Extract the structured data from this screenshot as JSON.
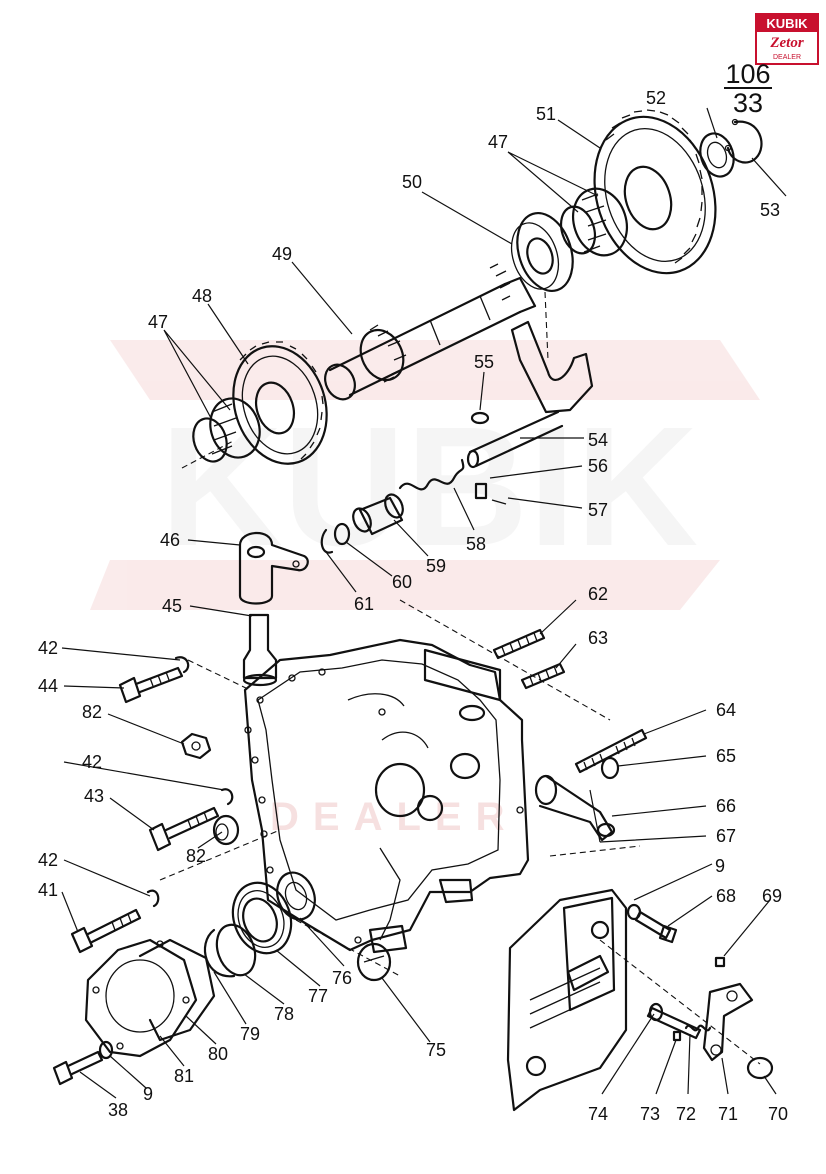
{
  "logo": {
    "brand": "KUBIK",
    "sub": "Zetor",
    "tag": "DEALER",
    "color": "#c8102e"
  },
  "page_ref": {
    "numerator": "106",
    "denominator": "33"
  },
  "watermark": {
    "text": "KUBIK",
    "sub": "DEALER",
    "color": "#f3d6d6"
  },
  "callouts": [
    "38",
    "9",
    "41",
    "42",
    "42",
    "42",
    "43",
    "44",
    "45",
    "46",
    "47",
    "47",
    "48",
    "49",
    "50",
    "51",
    "52",
    "53",
    "54",
    "55",
    "56",
    "57",
    "58",
    "59",
    "60",
    "61",
    "62",
    "63",
    "64",
    "65",
    "66",
    "67",
    "9",
    "68",
    "69",
    "70",
    "71",
    "72",
    "73",
    "74",
    "75",
    "76",
    "77",
    "78",
    "79",
    "80",
    "81",
    "82",
    "82"
  ]
}
